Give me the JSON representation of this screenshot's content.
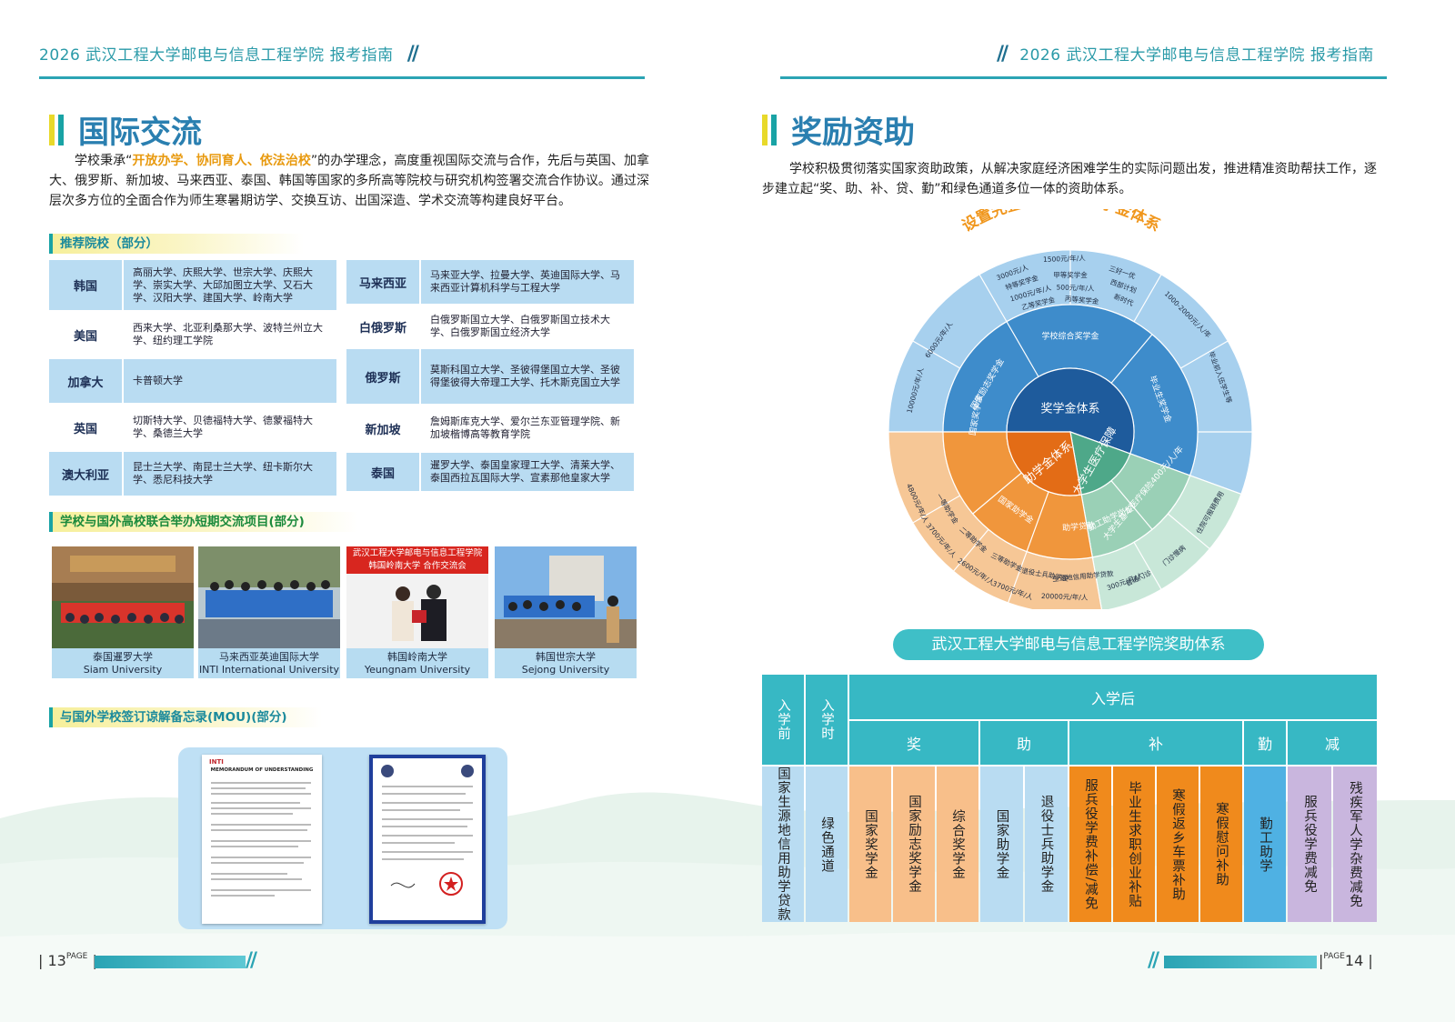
{
  "left_page": {
    "header": "2026 武汉工程大学邮电与信息工程学院   报考指南",
    "title": "国际交流",
    "intro": {
      "p1_before": "学校秉承“",
      "p1_highlight": "开放办学、协同育人、依法治校",
      "p1_after": "”的办学理念，高度重视国际交流与合作，先后与英国、加拿大、俄罗斯、新加坡、马来西亚、泰国、韩国等国家的多所高等院校与研究机构签署交流合作协议。通过深层次多方位的全面合作为师生寒暑期访学、交换互访、出国深造、学术交流等构建良好平台。"
    },
    "recommended_title": "推荐院校（部分）",
    "universities_left": [
      {
        "country": "韩国",
        "list": "高丽大学、庆熙大学、世宗大学、庆熙大学、崇实大学、大邱加图立大学、又石大学、汉阳大学、建国大学、岭南大学"
      },
      {
        "country": "美国",
        "list": "西来大学、北亚利桑那大学、波特兰州立大学、纽约理工学院"
      },
      {
        "country": "加拿大",
        "list": "卡普顿大学"
      },
      {
        "country": "英国",
        "list": "切斯特大学、贝德福特大学、德蒙福特大学、桑德兰大学"
      },
      {
        "country": "澳大利亚",
        "list": "昆士兰大学、南昆士兰大学、纽卡斯尔大学、悉尼科技大学"
      }
    ],
    "universities_right": [
      {
        "country": "马来西亚",
        "list": "马来亚大学、拉曼大学、英迪国际大学、马来西亚计算机科学与工程大学"
      },
      {
        "country": "白俄罗斯",
        "list": "白俄罗斯国立大学、白俄罗斯国立技术大学、白俄罗斯国立经济大学"
      },
      {
        "country": "俄罗斯",
        "list": "莫斯科国立大学、圣彼得堡国立大学、圣彼得堡彼得大帝理工大学、托木斯克国立大学"
      },
      {
        "country": "新加坡",
        "list": "詹姆斯库克大学、爱尔兰东亚管理学院、新加坡楷博高等教育学院"
      },
      {
        "country": "泰国",
        "list": "暹罗大学、泰国皇家理工大学、清莱大学、泰国西拉瓦国际大学、宣素那他皇家大学"
      }
    ],
    "exchange_title": "学校与国外高校联合举办短期交流项目(部分)",
    "photos": [
      {
        "cn": "泰国暹罗大学",
        "en": "Siam University"
      },
      {
        "cn": "马来西亚英迪国际大学",
        "en": "INTI International University"
      },
      {
        "cn": "韩国岭南大学",
        "en": "Yeungnam University",
        "banner1": "武汉工程大学邮电与信息工程学院",
        "banner2": "韩国岭南大学 合作交流会"
      },
      {
        "cn": "韩国世宗大学",
        "en": "Sejong University"
      }
    ],
    "mou_title": "与国外学校签订谅解备忘录(MOU)(部分)",
    "mou_doc_title": "MEMORANDUM OF UNDERSTANDING",
    "mou_logo": "INTI",
    "footer_num": "13",
    "footer_page": "PAGE"
  },
  "right_page": {
    "header": "2026 武汉工程大学邮电与信息工程学院   报考指南",
    "title": "奖励资助",
    "intro": "学校积极贯彻落实国家资助政策，从解决家庭经济困难学生的实际问题出发，推进精准资助帮扶工作，逐步建立起“奖、助、补、贷、勤”和绿色通道多位一体的资助体系。",
    "chart_title": "设置完整的学生奖助学金体系",
    "sunburst": {
      "center_top": "奖学金体系",
      "center_left": "助学金体系",
      "center_right": "大学生医疗保障",
      "mid": [
        "学校综合奖学金",
        "毕业生奖学金",
        "国家励志奖学金",
        "国家奖学金",
        "国家助学金",
        "助学贷款",
        "勤工助学岗位",
        "大学生基本医疗保险400元/人/年"
      ],
      "outer": [
        "1500元/年/人",
        "甲等奖学金",
        "500元/年/人",
        "丙等奖学金",
        "3000元/人",
        "特等奖学金",
        "1000元/年/人",
        "乙等奖学金",
        "三好一优",
        "西部计划",
        "新时代",
        "1000-2000元/人/年",
        "毕业前入伍学生等",
        "6000元/年/人",
        "10000元/年/人",
        "4800元/年/人",
        "一等助学金",
        "3700元/年/人",
        "二等助学金",
        "2600元/年/人",
        "三等助学金",
        "3700元/年/人",
        "退役士兵助学金",
        "20000元/年/人",
        "生源地信用助学贷款",
        "300元/月/人",
        "住院可报销费用",
        "门诊慢病",
        "普通门诊"
      ]
    },
    "aid_title": "武汉工程大学邮电与信息工程学院奖助体系",
    "table": {
      "before": "入学前",
      "at": "入学时",
      "after": "入学后",
      "groups": [
        "奖",
        "助",
        "补",
        "勤",
        "减"
      ],
      "items": {
        "before": "国家生源地信用助学贷款",
        "at": "绿色通道",
        "jiang": [
          "国家奖学金",
          "国家励志奖学金",
          "综合奖学金"
        ],
        "zhu": [
          "国家助学金",
          "退役士兵助学金"
        ],
        "bu": [
          "服兵役学费补偿/减免",
          "毕业生求职创业补贴",
          "寒假返乡车票补助",
          "寒假慰问补助"
        ],
        "qin": [
          "勤工助学"
        ],
        "jian": [
          "服兵役学费减免",
          "残疾军人学杂费减免"
        ]
      }
    },
    "footer_num": "14",
    "footer_page": "PAGE"
  },
  "colors": {
    "teal": "#37b8c4",
    "blue_dark": "#1e5b9c",
    "orange": "#f08a1c",
    "green": "#a9d8c2",
    "yellow_accent": "#e8d92a"
  }
}
